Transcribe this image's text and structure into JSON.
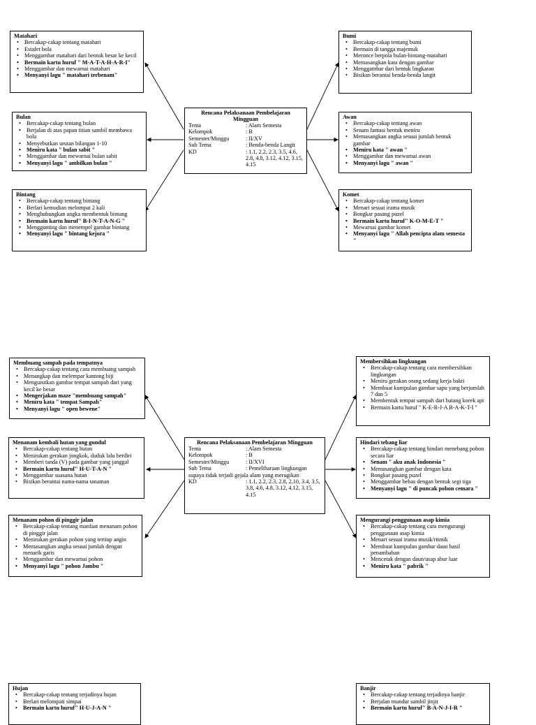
{
  "plan1": {
    "center": {
      "title": "Rencana Pelaksanaan Pembelajaran Mingguan",
      "rows": [
        {
          "k": "Tema",
          "v": ": Alam Semesta"
        },
        {
          "k": "Kelompok",
          "v": ": B"
        },
        {
          "k": "Semester/Minggu",
          "v": ": II/XV"
        },
        {
          "k": "Sub Tema",
          "v": ": Benda-benda Langit"
        },
        {
          "k": "KD",
          "v": ": 1.1, 2.2, 2.3, 3.5, 4.6, 2.8, 4.8, 3.12, 4.12, 3.15, 4.15"
        }
      ]
    },
    "boxes": [
      {
        "title": "Matahari",
        "items": [
          "Bercakap-cakap tentang matahari",
          "Estafet bola",
          "Menggambar matahari dari bentuk  besar ke kecil",
          "Bermain kartu huruf \" M-A-T-A-H-A-R-I\"",
          "Menggambar dan mewarnai matahari",
          "Menyanyi lagu \" matahari terbenam\""
        ]
      },
      {
        "title": "Bulan",
        "items": [
          "Bercakap-cakap tentang bulan",
          "Berjalan di atas papan titian sambil membawa bola",
          "Menyebutkan urutan bilangan 1-10",
          "Meniru kata \" bulan sabit \"",
          "Menggambar dan mewarnai bulan sabit",
          "Menyanyi lagu \" ambilkan bulan \""
        ]
      },
      {
        "title": "Bintang",
        "items": [
          "Bercakap-cakap tentang bintang",
          "Berlari kemudian melompat 2 kali",
          "Menghubungkan angka membentuk bintang",
          "Bermain kartu huruf\" B-I-N-T-A-N-G \"",
          "Menggunting dan menempel gambar bintang",
          "Menyanyi lagu \" bintang kejora \""
        ]
      },
      {
        "title": "Bumi",
        "items": [
          "Bercakap-cakap tentang bumi",
          "Bermain di tangga majemuk",
          "Meronce berpola bulan-bintang-matahari",
          "Memasangkan kata dengan gambar",
          "Menggambar dari bentuk lingkaran",
          "Bisikan berantai benda-benda langit"
        ]
      },
      {
        "title": "Awan",
        "items": [
          "Bercakap-cakap tentang awan",
          "Senam fantasi bentuk meniru",
          "Memasangkan angka sesuai jumlah bentuk gambar",
          "Meniru kata \" awan \"",
          "Menggambar dan mewarnai awan",
          "Menyanyi lagu \" awan \""
        ]
      },
      {
        "title": "Komet",
        "items": [
          "Bercakap-cakap tentang komet",
          "Menari sesuai irama musik",
          "Bongkar pasang puzel",
          "Bermain kartu huruf\" K-O-M-E-T \"",
          "Mewarnai gambar komet",
          "Menyanyi lagu \" Allah pencipta alam semesta \""
        ]
      }
    ]
  },
  "plan2": {
    "center": {
      "title": "Rencana Pelaksanaan Pembelajaran Mingguan",
      "rows": [
        {
          "k": "Tema",
          "v": ": Alam Semesta"
        },
        {
          "k": "Kelompok",
          "v": ": B"
        },
        {
          "k": "Semester/Minggu",
          "v": ": II/XVI"
        },
        {
          "k": "Sub Tema",
          "v": ": Pemeliharaan lingkungan"
        }
      ],
      "note": "supaya tidak terjadi gejala alam yang merugikan",
      "kd": {
        "k": "KD",
        "v": ": 1.1, 2.2, 2.3, 2.8, 2,10, 3.4, 3.5, 3.8, 4.6, 4.8, 3.12, 4.12, 3.15, 4.15"
      }
    },
    "boxes": [
      {
        "title": "Membuang sampah pada tempatnya",
        "items": [
          "Bercakap-cakap tentang cara membuang sampah",
          "Menangkap dan melempar kantong biji",
          "Mengurutkan gambar tempat sampah dari yang kecil ke besar",
          "Mengerjakan maze \"membuang sampah\"",
          "Meniru kata \" tempat Sampah\"",
          "Menyanyi lagu \" open bewene\""
        ]
      },
      {
        "title": "Menanam kembali hutan yang gundul",
        "items": [
          "Bercakap-cakap tentang hutan",
          "Menirukan gerakan jongkok, duduk lalu berdiri",
          "Memberi tanda (V) pada gambar yang janggal",
          "Bermain kartu huruf\" H-U-T-A-N \"",
          "Menggambar suasana hutan",
          "Bisikan berantai nama-nama tanaman"
        ]
      },
      {
        "title": "Menanam pohon di pinggir jalan",
        "items": [
          "Bercakap-cakap tentang manfaat menanam pohon  di pinggir jalan",
          "Menirukan gerakan pohon yang tertiup angin",
          "Memasangkan angka sesuai jumlah dengan menarik garis",
          "Menggambar dan mewarnai pohon",
          "Menyanyi lagu \" pohon Jambu \""
        ]
      },
      {
        "title": "Membersihkan lingkungan",
        "items": [
          "Bercakap-cakap tentang cara membersihkan lingkungan",
          "Meniru gerakan orang sedang kerja bakti",
          "Membuat kumpulan gambar sapu yang berjumlah 7 dan 5",
          "Membentuk tempat sampah dari batang korek api",
          "Bermain kartu huruf \" K-E-R-J-A B-A-K-T-I \""
        ]
      },
      {
        "title": "Hindari tebang liar",
        "items": [
          "Bercakap-cakap tentang hindari menebang pohon secara liar",
          "Senam \" aku anak Indonesia \"",
          "Memasangkan gambar dengan kata",
          "Bongkar pasang puzel",
          "Menggambar bebas dengan bentuk segi tiga",
          "Menyanyi lagu \" di puncak pohon cemara \""
        ]
      },
      {
        "title": "Mengurangi penggunaan asap kimia",
        "items": [
          "Bercakap-cakap tentang cara mengurangi penggunaan asap kimia",
          "Menari sesuai irama musik/ritmik",
          "Membuat kumpulan gambar daun hasil penambahan",
          "Mencetak dengan daun/usap abur luar",
          "Meniru kata \" pabrik \""
        ]
      }
    ]
  },
  "plan3": {
    "boxes": [
      {
        "title": "Hujan",
        "items": [
          "Bercakap-cakap tentang terjadinya hujan",
          "Berlari melompati simpai",
          "Bermain kartu huruf\" H-U-J-A-N \""
        ]
      },
      {
        "title": "Banjir",
        "items": [
          "Bercakap-cakap tentang terjadinya banjir",
          "Berjalan mundur sambil jinjit",
          "Bermain kartu huruf\" B-A-N-J-I-R \""
        ]
      }
    ]
  }
}
